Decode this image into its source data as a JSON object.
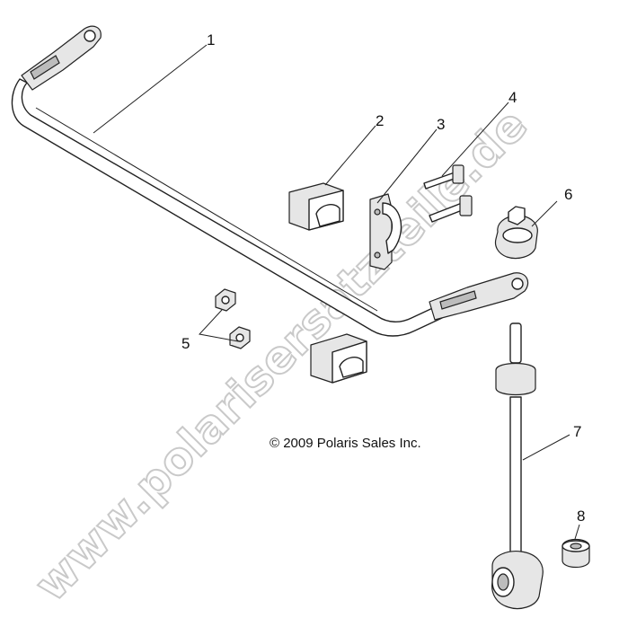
{
  "copyright": "© 2009 Polaris Sales Inc.",
  "watermark": "www.polarisersatzteile.de",
  "callouts": [
    {
      "number": "1",
      "part": "stabilizer-bar"
    },
    {
      "number": "2",
      "part": "bushing-upper"
    },
    {
      "number": "3",
      "part": "bracket"
    },
    {
      "number": "4",
      "part": "bolt"
    },
    {
      "number": "5",
      "part": "nut"
    },
    {
      "number": "6",
      "part": "grommet"
    },
    {
      "number": "7",
      "part": "link-rod"
    },
    {
      "number": "8",
      "part": "spacer"
    }
  ]
}
